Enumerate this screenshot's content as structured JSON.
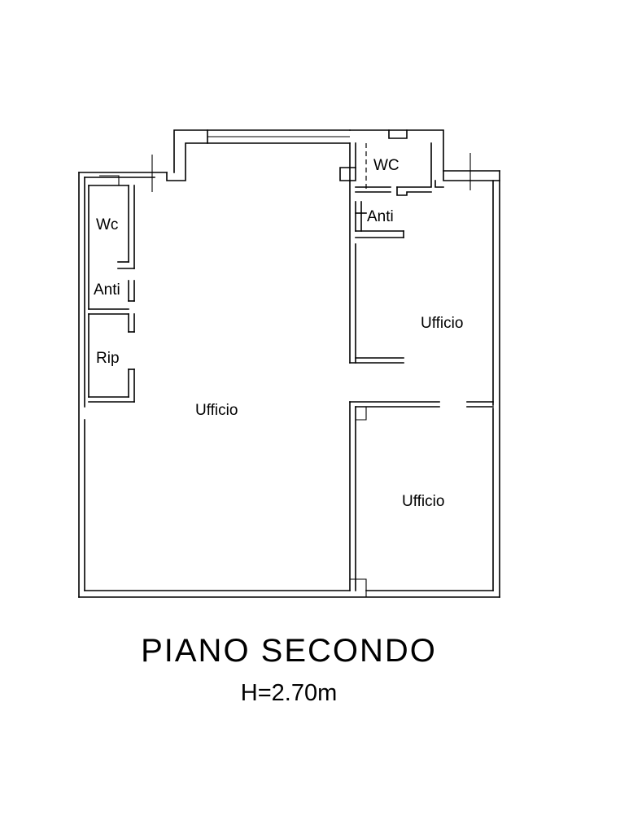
{
  "floor_plan": {
    "title": "PIANO SECONDO",
    "height_note": "H=2.70m",
    "rooms": {
      "office_main": "Ufficio",
      "office_upper_right": "Ufficio",
      "office_lower_right": "Ufficio",
      "wc_left": "Wc",
      "anti_left": "Anti",
      "rip_left": "Rip",
      "wc_right": "WC",
      "anti_right": "Anti"
    }
  }
}
